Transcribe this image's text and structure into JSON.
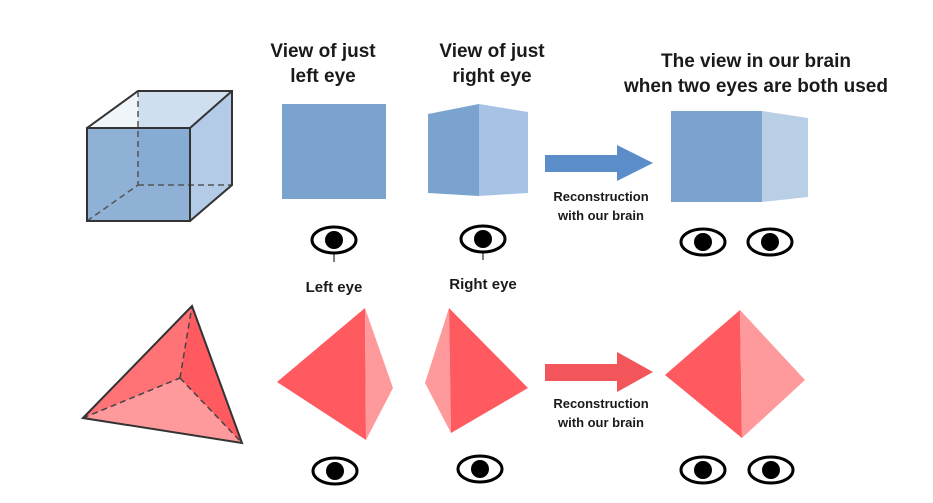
{
  "headers": {
    "left_view_line1": "View of just",
    "left_view_line2": "left eye",
    "right_view_line1": "View of just",
    "right_view_line2": "right eye",
    "brain_view_line1": "The view in our brain",
    "brain_view_line2": "when two eyes are both used"
  },
  "eye_labels": {
    "left": "Left eye",
    "right": "Right eye"
  },
  "reconstruction": {
    "top_line1": "Reconstruction",
    "top_line2": "with our brain",
    "bottom_line1": "Reconstruction",
    "bottom_line2": "with our brain"
  },
  "colors": {
    "cube_blue": "#7ba3cf",
    "cube_blue_light": "#b8cfe6",
    "arrow_blue": "#5b8ec9",
    "pyramid_red": "#ff5a5f",
    "pyramid_red_light": "#ff9a9c",
    "arrow_red": "#f2555a"
  }
}
